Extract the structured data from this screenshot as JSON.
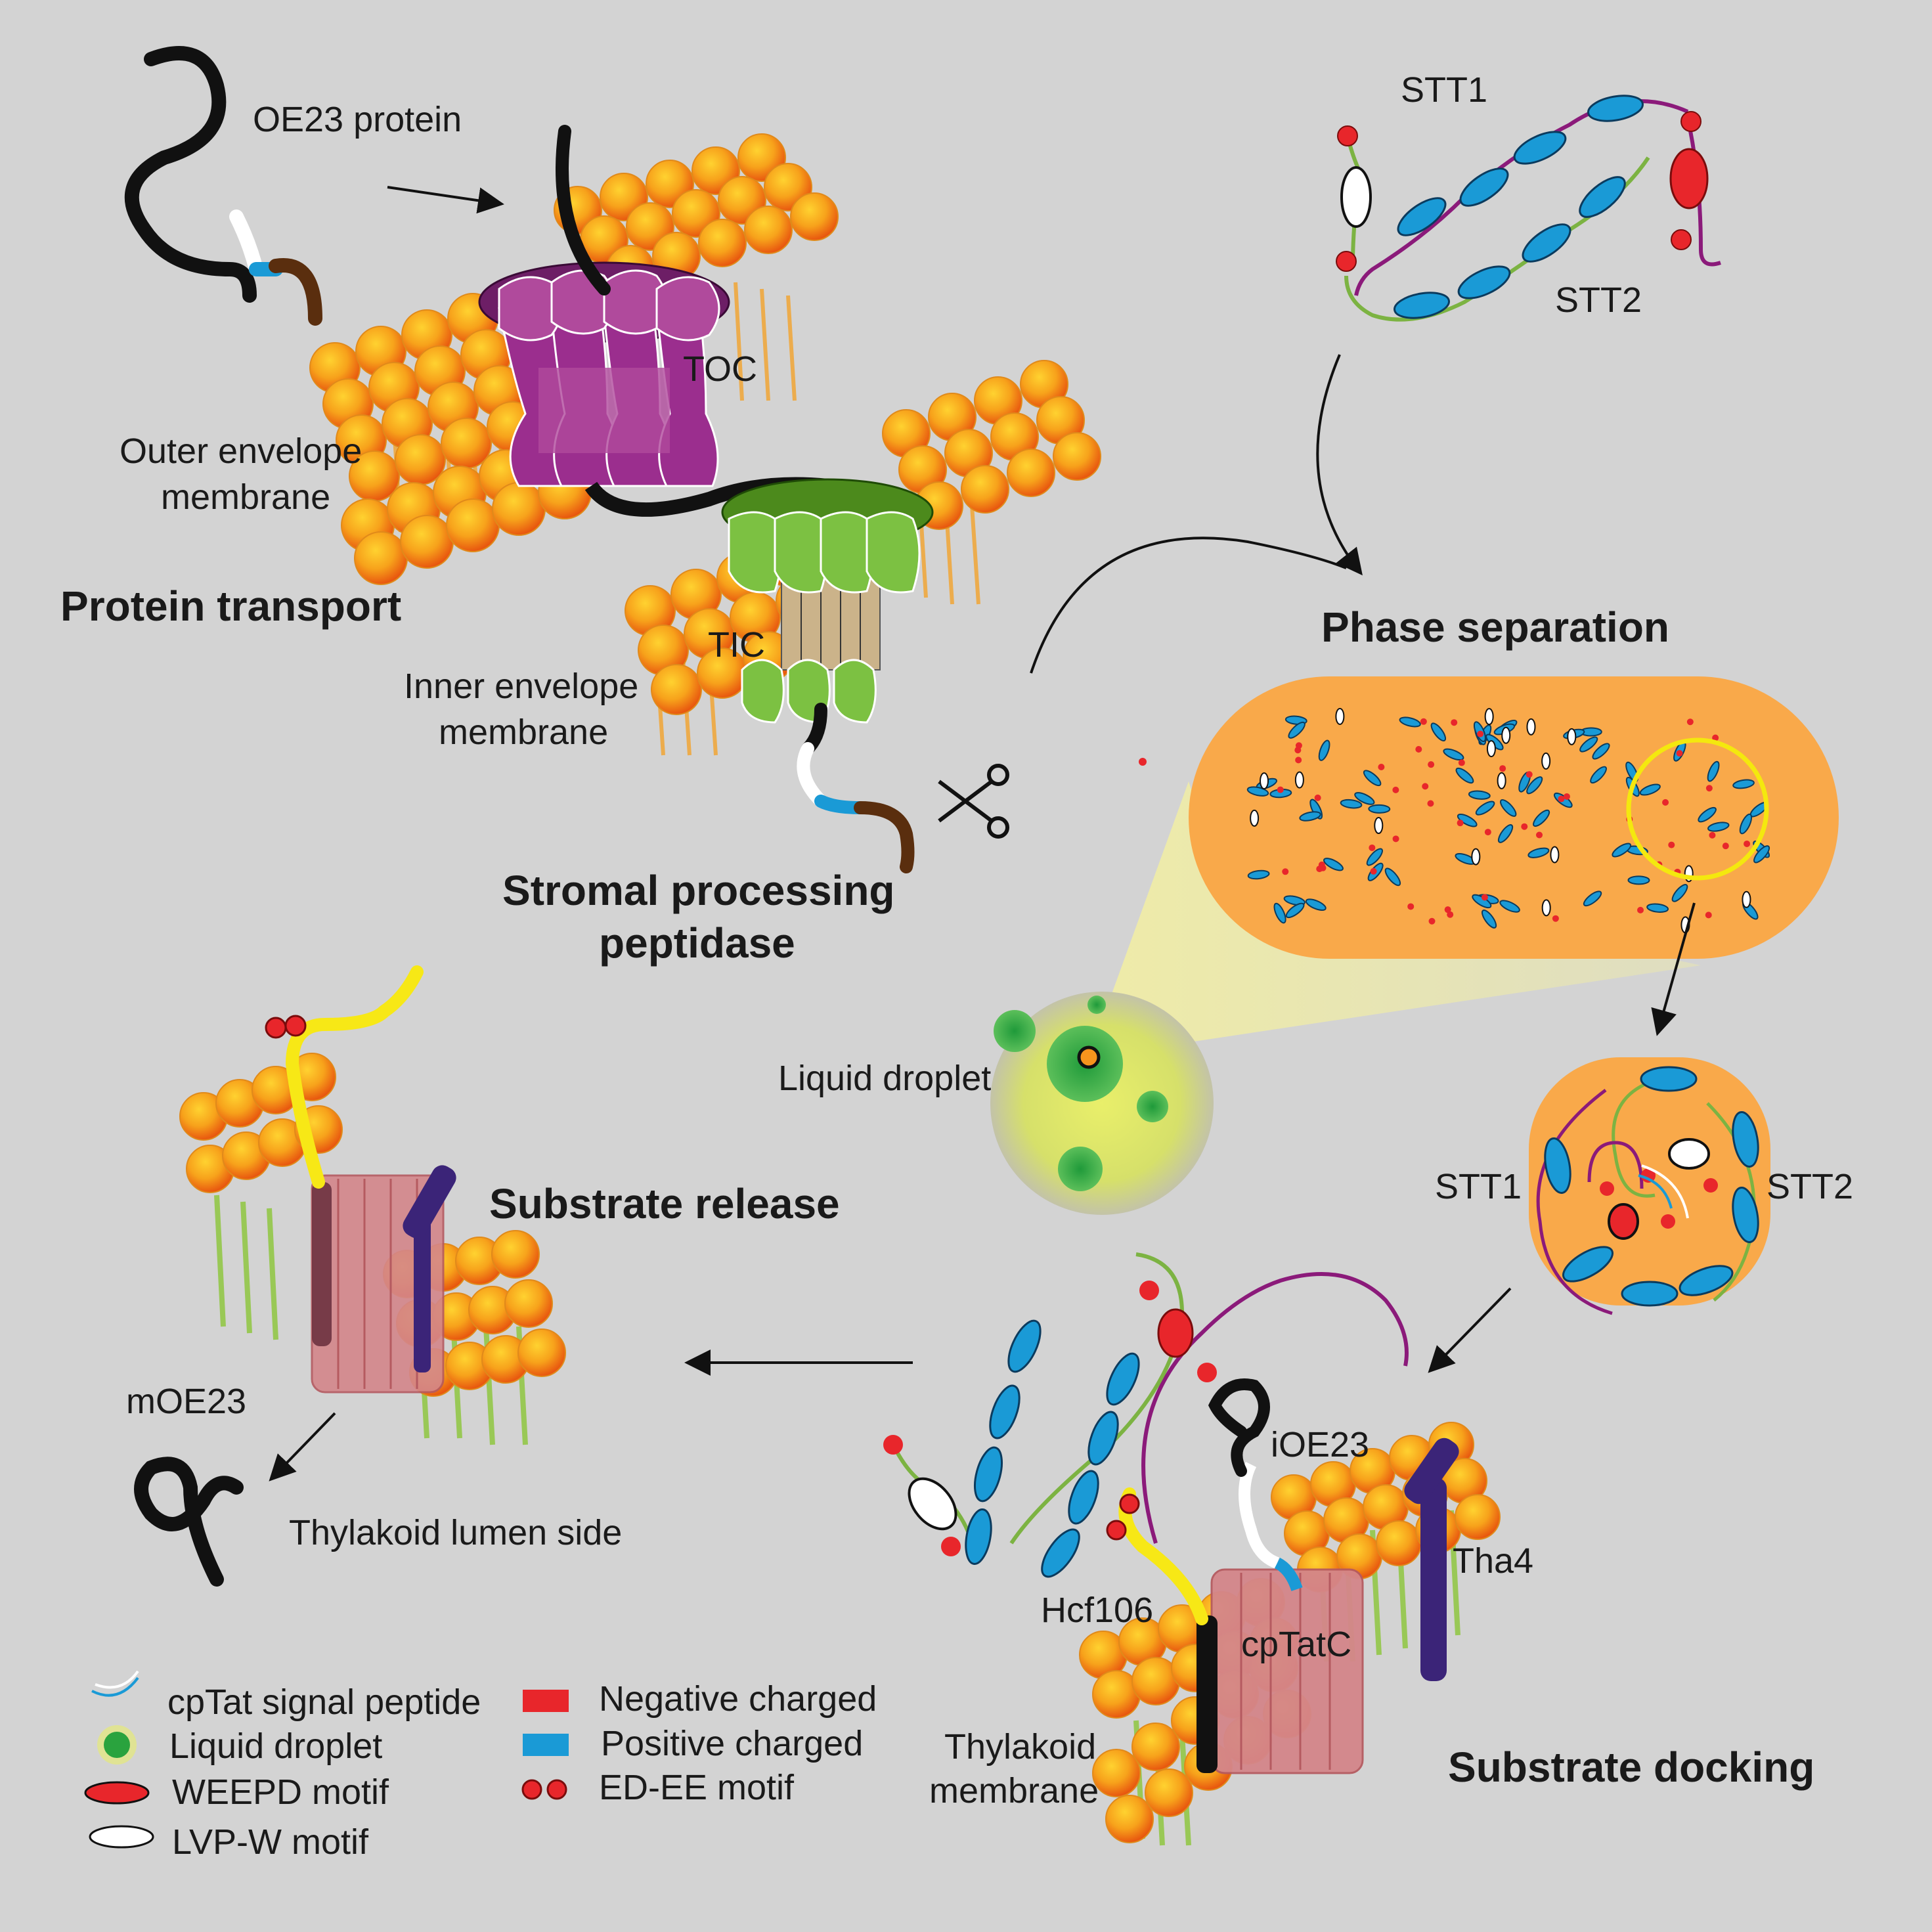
{
  "labels": {
    "oe23": "OE23 protein",
    "toc": "TOC",
    "tic": "TIC",
    "outer1": "Outer envelope",
    "outer2": "membrane",
    "inner1": "Inner envelope",
    "inner2": "membrane",
    "protein_transport": "Protein transport",
    "spp1": "Stromal processing",
    "spp2": "peptidase",
    "stt1_top": "STT1",
    "stt2_top": "STT2",
    "phase_sep": "Phase separation",
    "liquid_droplet": "Liquid droplet",
    "stt1_mid": "STT1",
    "stt2_mid": "STT2",
    "substrate_release": "Substrate release",
    "moe23": "mOE23",
    "lumen": "Thylakoid lumen side",
    "ioe23": "iOE23",
    "tha4": "Tha4",
    "hcf106": "Hcf106",
    "cptatc": "cpTatC",
    "thyl1": "Thylakoid",
    "thyl2": "membrane",
    "substrate_docking": "Substrate docking"
  },
  "legend": {
    "items": [
      {
        "label": "cpTat signal peptide",
        "icon": "signal-peptide-icon"
      },
      {
        "label": "Liquid droplet",
        "icon": "droplet-icon"
      },
      {
        "label": "WEEPD motif",
        "icon": "red-oval-icon"
      },
      {
        "label": "LVP-W motif",
        "icon": "white-oval-icon"
      },
      {
        "label": "Negative charged",
        "icon": "red-rect-icon"
      },
      {
        "label": "Positive charged",
        "icon": "blue-rect-icon"
      },
      {
        "label": "ED-EE motif",
        "icon": "red-dots-icon"
      }
    ]
  },
  "colors": {
    "background": "#d3d3d3",
    "lipid": "#f5a623",
    "toc": "#8e2a82",
    "tic": "#7cc142",
    "positive": "#1a9ad6",
    "negative": "#e8262b",
    "droplet_bg": "#f9a94a",
    "linker_purple": "#8b1a7a",
    "linker_green": "#7cb342"
  }
}
